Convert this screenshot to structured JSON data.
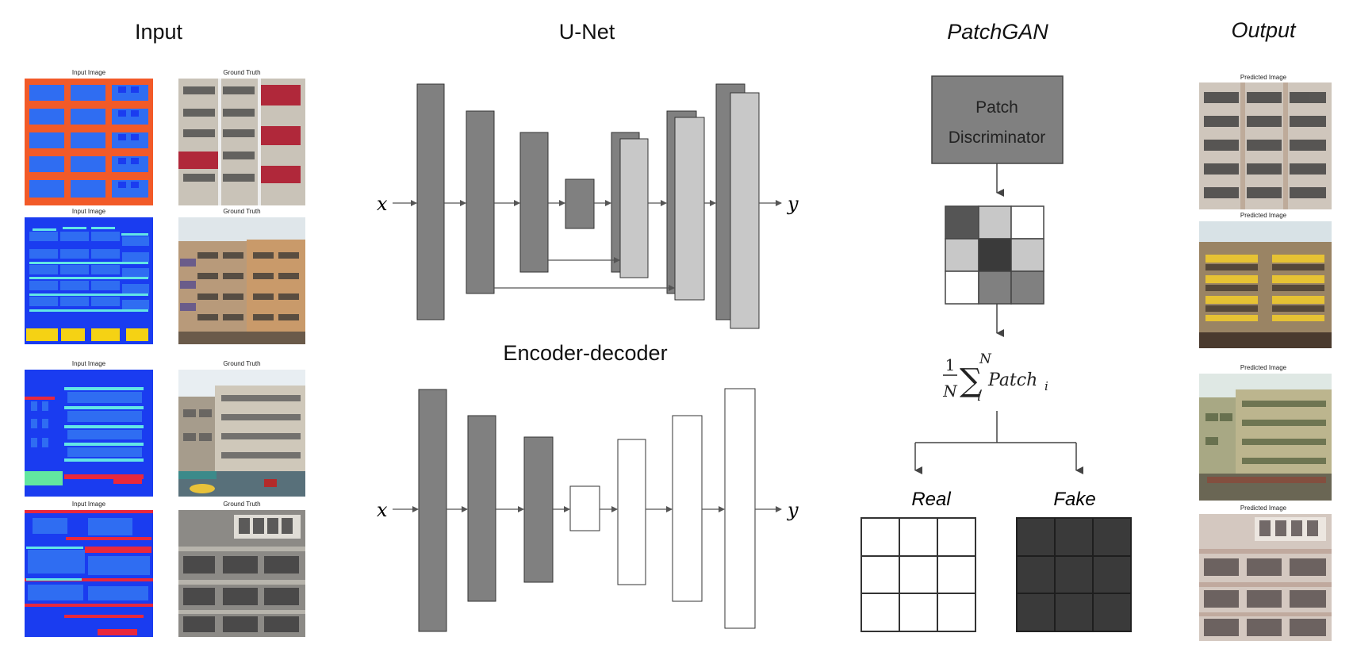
{
  "headings": {
    "input": "Input",
    "unet": "U-Net",
    "patchgan": "PatchGAN",
    "output": "Output",
    "encoder_decoder": "Encoder-decoder"
  },
  "captions": {
    "input_image": "Input Image",
    "ground_truth": "Ground Truth",
    "predicted_image": "Predicted Image"
  },
  "unet": {
    "x_label": "x",
    "y_label": "y"
  },
  "encdec": {
    "x_label": "x",
    "y_label": "y"
  },
  "patchgan": {
    "discriminator_line1": "Patch",
    "discriminator_line2": "Discriminator",
    "formula": {
      "num": "1",
      "den": "N",
      "sum": "∑",
      "upper": "N",
      "lower": "i",
      "term": "Patch",
      "sub": "i"
    },
    "real_label": "Real",
    "fake_label": "Fake"
  },
  "colors": {
    "label_map_bg": "#1a3cf0",
    "label_map_frame": "#f25a28",
    "window_blue": "#2f6df2",
    "cyan_bar": "#62e6e6",
    "yellow_bar": "#f5d214",
    "red_bar": "#e8283c",
    "encoder_gray": "#808080",
    "decoder_light": "#c8c8c8",
    "patch_box": "#808080",
    "fake_fill": "#3a3a3a"
  }
}
